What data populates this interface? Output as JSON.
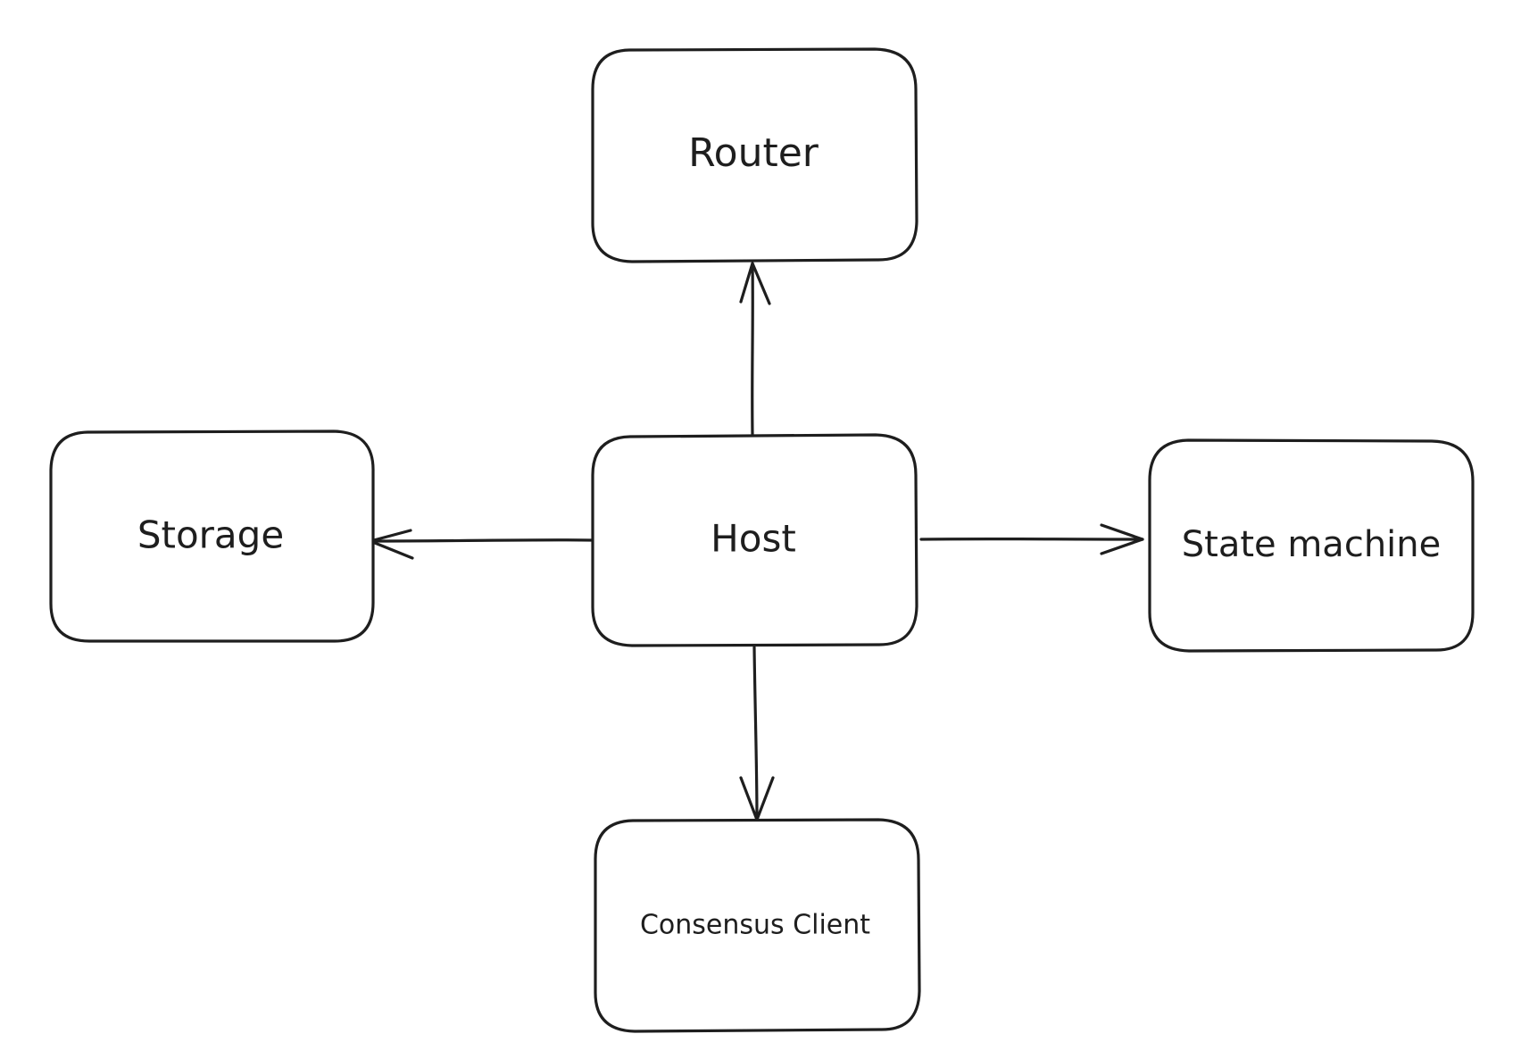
{
  "diagram": {
    "nodes": {
      "router": "Router",
      "storage": "Storage",
      "host": "Host",
      "state_machine": "State machine",
      "consensus_client": "Consensus Client"
    },
    "edges": [
      {
        "from": "Host",
        "to": "Router"
      },
      {
        "from": "Host",
        "to": "Storage"
      },
      {
        "from": "Host",
        "to": "State machine"
      },
      {
        "from": "Host",
        "to": "Consensus Client"
      }
    ],
    "colors": {
      "stroke": "#1e1e1e",
      "background": "#ffffff"
    }
  }
}
